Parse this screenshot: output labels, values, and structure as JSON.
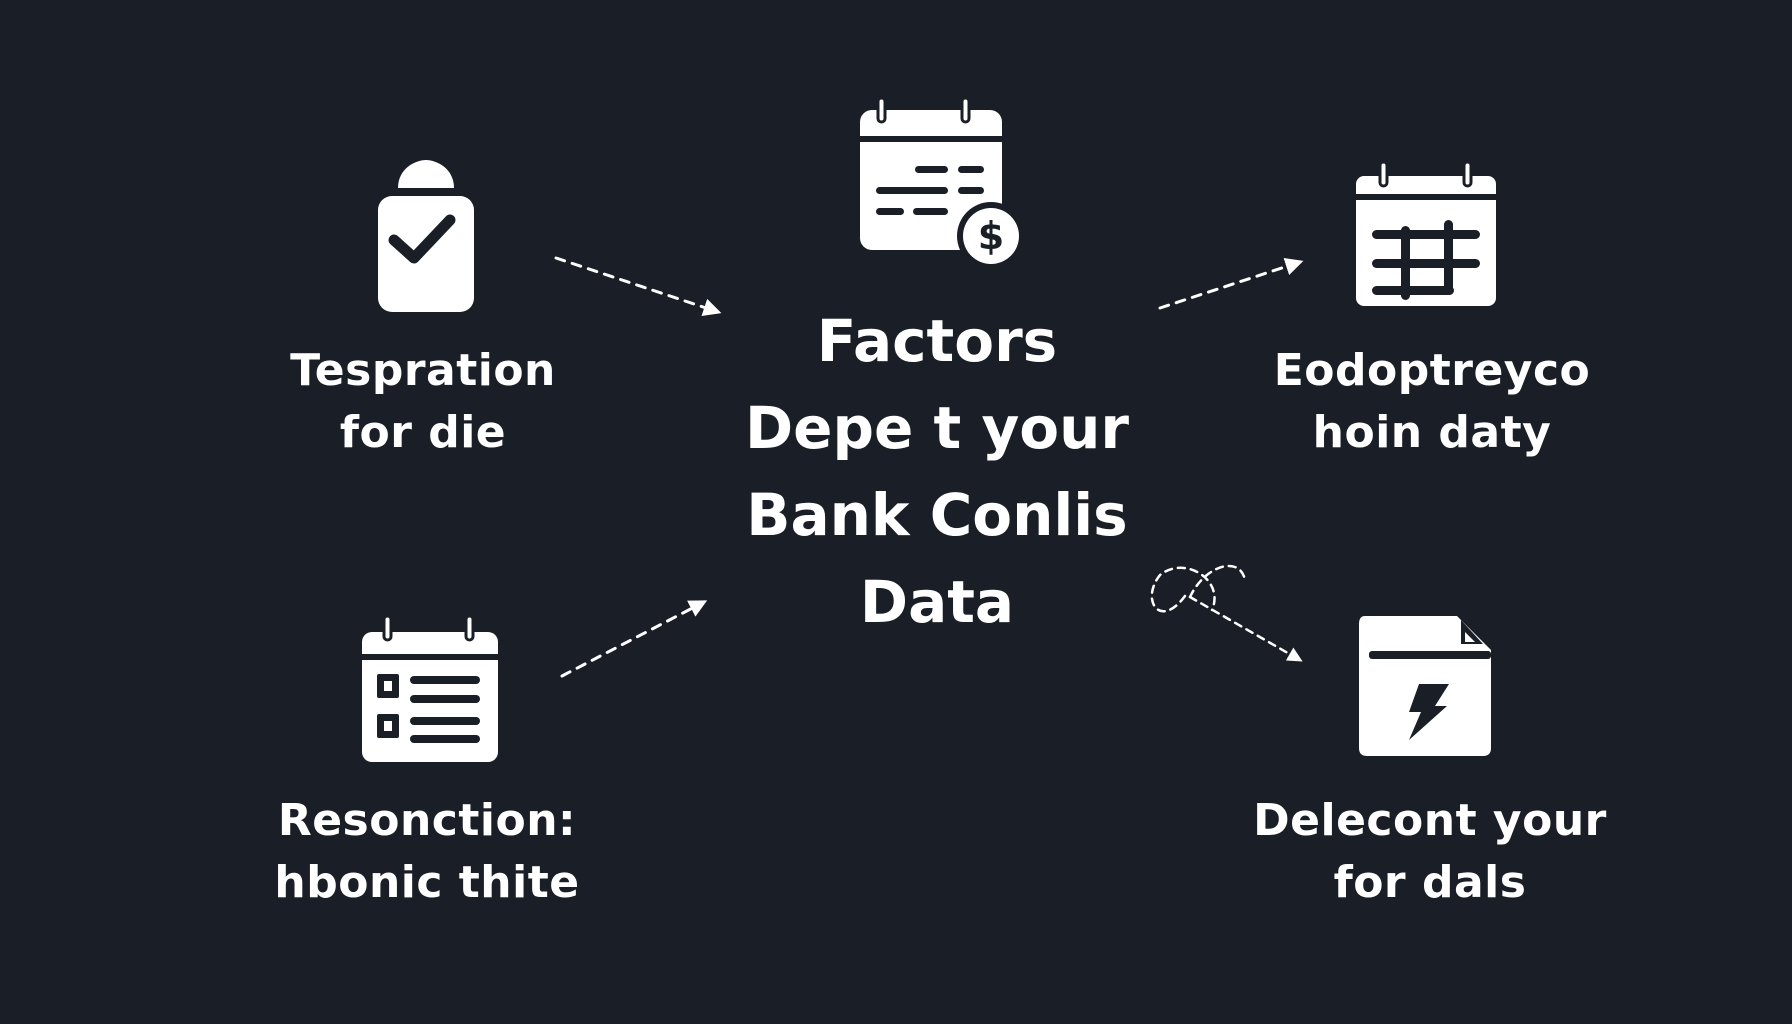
{
  "colors": {
    "background": "#1a1e26",
    "foreground": "#ffffff"
  },
  "center": {
    "icon": "calendar-dollar-icon",
    "title_lines": [
      "Factors",
      "Depe t your",
      "Bank Conlis",
      "Data"
    ]
  },
  "nodes": [
    {
      "position": "top-left",
      "icon": "clipboard-check-icon",
      "label_lines": [
        "Tespration",
        "for die"
      ]
    },
    {
      "position": "top-right",
      "icon": "calendar-grid-icon",
      "label_lines": [
        "Eodoptreyco",
        "hoin daty"
      ]
    },
    {
      "position": "bottom-left",
      "icon": "calendar-list-icon",
      "label_lines": [
        "Resonction:",
        "hbonic thite"
      ]
    },
    {
      "position": "bottom-right",
      "icon": "document-lightning-icon",
      "label_lines": [
        "Delecont your",
        "for dals"
      ]
    }
  ],
  "connectors": [
    {
      "from": "top-left",
      "to": "center",
      "style": "dashed-arrow"
    },
    {
      "from": "center",
      "to": "top-right",
      "style": "dashed-arrow"
    },
    {
      "from": "bottom-left",
      "to": "center",
      "style": "dashed-arrow"
    },
    {
      "from": "center",
      "to": "bottom-right",
      "style": "dashed-arrow-with-loop"
    }
  ]
}
